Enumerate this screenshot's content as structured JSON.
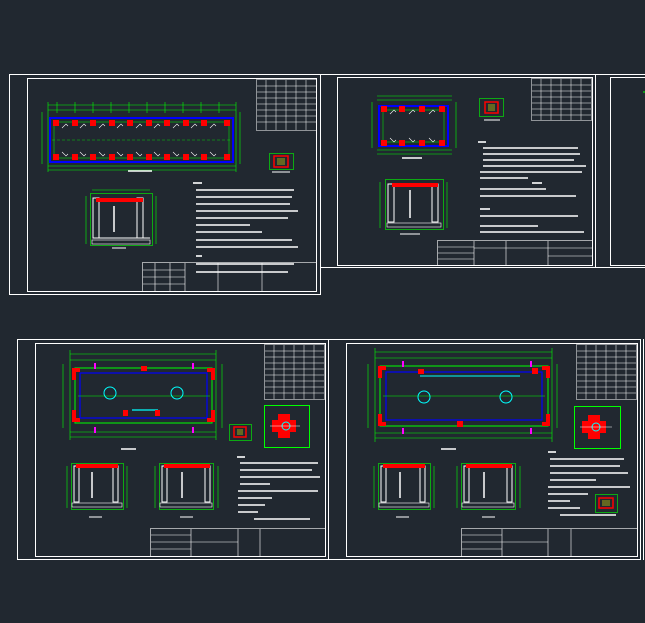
{
  "viewer": {
    "background_color": "#212830"
  },
  "colors": {
    "frame": "#ffffff",
    "dimension": "#00ff00",
    "wall": "#0000ff",
    "column": "#ff0000",
    "pipe": "#00ffff",
    "mark": "#ff00ff",
    "rebar": "#ffff00",
    "text_line": "#ffffff"
  },
  "sheets": [
    {
      "id": "sheet-1",
      "plan_columns": 10,
      "has_circles": false,
      "text_rows": 12,
      "sections": 1
    },
    {
      "id": "sheet-2",
      "plan_columns": 4,
      "has_circles": false,
      "text_rows": 11,
      "sections": 1
    },
    {
      "id": "sheet-3",
      "plan_columns": 3,
      "has_circles": true,
      "text_rows": 10,
      "sections": 2
    },
    {
      "id": "sheet-4",
      "plan_columns": 3,
      "has_circles": true,
      "text_rows": 10,
      "sections": 2
    },
    {
      "id": "sheet-5-partial",
      "plan_columns": 0,
      "has_circles": false,
      "text_rows": 0,
      "sections": 0
    }
  ]
}
